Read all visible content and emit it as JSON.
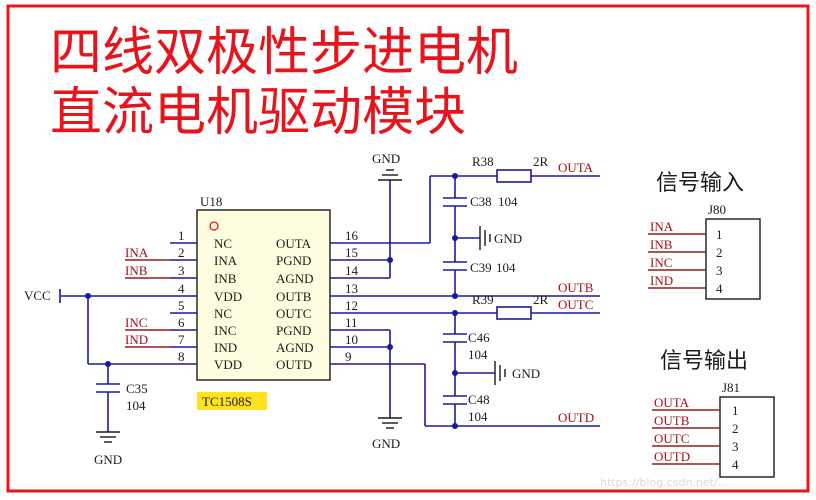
{
  "title": {
    "line1": "四线双极性步进电机",
    "line2": "直流电机驱动模块"
  },
  "colors": {
    "title": "#e8141c",
    "border": "#e8141c",
    "wire": "#1a1a9c",
    "chip_fill": "#fffde0",
    "chip_label_bg": "#ffe21f",
    "net_label": "#a0101a"
  },
  "chip": {
    "ref": "U18",
    "part": "TC1508S",
    "left_pins": [
      {
        "num": "1",
        "name": "NC"
      },
      {
        "num": "2",
        "name": "INA"
      },
      {
        "num": "3",
        "name": "INB"
      },
      {
        "num": "4",
        "name": "VDD"
      },
      {
        "num": "5",
        "name": "NC"
      },
      {
        "num": "6",
        "name": "INC"
      },
      {
        "num": "7",
        "name": "IND"
      },
      {
        "num": "8",
        "name": "VDD"
      }
    ],
    "right_pins": [
      {
        "num": "16",
        "name": "OUTA"
      },
      {
        "num": "15",
        "name": "PGND"
      },
      {
        "num": "14",
        "name": "AGND"
      },
      {
        "num": "13",
        "name": "OUTB"
      },
      {
        "num": "12",
        "name": "OUTC"
      },
      {
        "num": "11",
        "name": "PGND"
      },
      {
        "num": "10",
        "name": "AGND"
      },
      {
        "num": "9",
        "name": "OUTD"
      }
    ]
  },
  "left_nets": {
    "ina": "INA",
    "inb": "INB",
    "inc": "INC",
    "ind": "IND",
    "vcc": "VCC"
  },
  "right_nets": {
    "outa": "OUTA",
    "outb": "OUTB",
    "outc": "OUTC",
    "outd": "OUTD"
  },
  "components": {
    "r38": {
      "ref": "R38",
      "value": "2R"
    },
    "r39": {
      "ref": "R39",
      "value": "2R"
    },
    "c38": {
      "ref": "C38",
      "value": "104"
    },
    "c39": {
      "ref": "C39",
      "value": "104"
    },
    "c46": {
      "ref": "C46",
      "value": "104"
    },
    "c48": {
      "ref": "C48",
      "value": "104"
    },
    "c35": {
      "ref": "C35",
      "value": "104"
    }
  },
  "gnd": {
    "top": "GND",
    "mid1": "GND",
    "mid2": "GND",
    "bottom_left": "GND",
    "bottom_mid": "GND"
  },
  "j80": {
    "title": "信号输入",
    "ref": "J80",
    "pins": [
      {
        "num": "1",
        "net": "INA"
      },
      {
        "num": "2",
        "net": "INB"
      },
      {
        "num": "3",
        "net": "INC"
      },
      {
        "num": "4",
        "net": "IND"
      }
    ]
  },
  "j81": {
    "title": "信号输出",
    "ref": "J81",
    "pins": [
      {
        "num": "1",
        "net": "OUTA"
      },
      {
        "num": "2",
        "net": "OUTB"
      },
      {
        "num": "3",
        "net": "OUTC"
      },
      {
        "num": "4",
        "net": "OUTD"
      }
    ]
  },
  "watermark": "https://blog.csdn.net/..."
}
